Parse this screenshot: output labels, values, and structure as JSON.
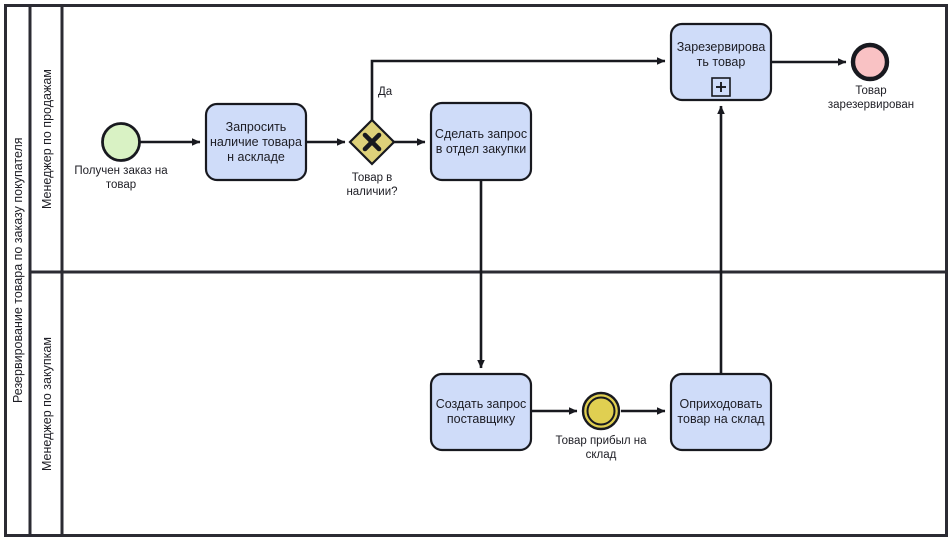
{
  "diagram": {
    "type": "bpmn-process-diagram",
    "pool": {
      "name": "Резервирование товара по заказу покупателя",
      "lanes": [
        {
          "id": "lane-sales",
          "name": "Менеджер по продажам"
        },
        {
          "id": "lane-purchasing",
          "name": "Менеджер по закупкам"
        }
      ]
    },
    "colors": {
      "task_fill": "#cfdcf9",
      "task_stroke": "#18191f",
      "start_event_fill": "#d9f2c4",
      "end_event_fill": "#f9c2c4",
      "intermediate_event_fill": "#e0cf51",
      "gateway_fill": "#ded17a",
      "stroke": "#18191f",
      "text": "#1d1d24",
      "pool_border": "#2b2b33",
      "background": "#ffffff"
    },
    "nodes": [
      {
        "id": "start-order-received",
        "kind": "start-event",
        "lane": "lane-sales",
        "label": "Получен заказ на\nтовар",
        "label_position": "below"
      },
      {
        "id": "task-check-stock",
        "kind": "task",
        "lane": "lane-sales",
        "label": "Запросить\nналичие товара\nн аскладе"
      },
      {
        "id": "gateway-in-stock",
        "kind": "exclusive-gateway",
        "lane": "lane-sales",
        "marker": "X",
        "label": "Товар в\nналичии?",
        "label_position": "below"
      },
      {
        "id": "task-request-purchasing",
        "kind": "task",
        "lane": "lane-sales",
        "label": "Сделать запрос\nв отдел закупки"
      },
      {
        "id": "task-reserve-goods",
        "kind": "sub-process",
        "lane": "lane-sales",
        "label": "Зарезервирова\nть товар",
        "marker": "+"
      },
      {
        "id": "end-goods-reserved",
        "kind": "end-event",
        "lane": "lane-sales",
        "label": "Товар\nзарезервирован",
        "label_position": "below"
      },
      {
        "id": "task-create-supplier-request",
        "kind": "task",
        "lane": "lane-purchasing",
        "label": "Создать запрос\nпоставщику"
      },
      {
        "id": "event-goods-arrived",
        "kind": "intermediate-event",
        "lane": "lane-purchasing",
        "label": "Товар прибыл на\nсклад",
        "label_position": "below"
      },
      {
        "id": "task-receive-goods",
        "kind": "task",
        "lane": "lane-purchasing",
        "label": "Оприходовать\nтовар на склад"
      }
    ],
    "flows": [
      {
        "id": "flow-1",
        "from": "start-order-received",
        "to": "task-check-stock",
        "label": ""
      },
      {
        "id": "flow-2",
        "from": "task-check-stock",
        "to": "gateway-in-stock",
        "label": ""
      },
      {
        "id": "flow-3",
        "from": "gateway-in-stock",
        "to": "task-reserve-goods",
        "label": "Да"
      },
      {
        "id": "flow-4",
        "from": "gateway-in-stock",
        "to": "task-request-purchasing",
        "label": ""
      },
      {
        "id": "flow-5",
        "from": "task-request-purchasing",
        "to": "task-create-supplier-request",
        "label": ""
      },
      {
        "id": "flow-6",
        "from": "task-create-supplier-request",
        "to": "event-goods-arrived",
        "label": ""
      },
      {
        "id": "flow-7",
        "from": "event-goods-arrived",
        "to": "task-receive-goods",
        "label": ""
      },
      {
        "id": "flow-8",
        "from": "task-receive-goods",
        "to": "task-reserve-goods",
        "label": ""
      },
      {
        "id": "flow-9",
        "from": "task-reserve-goods",
        "to": "end-goods-reserved",
        "label": ""
      }
    ]
  }
}
